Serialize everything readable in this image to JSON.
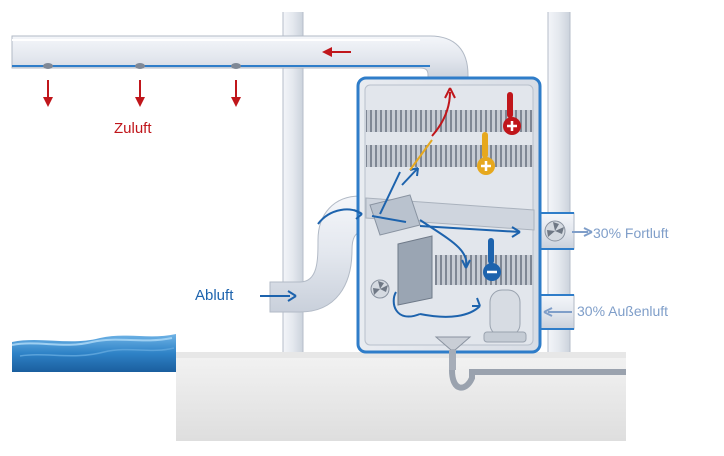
{
  "labels": {
    "supply_air": "Zuluft",
    "exhaust_air": "Abluft",
    "outgoing_air": "30% Fortluft",
    "outside_air": "30% Außenluft"
  },
  "colors": {
    "supply": "#c0161b",
    "exhaust": "#1d63ad",
    "outdoor": "#7f9ec9",
    "heater_red": "#c0161b",
    "heater_yellow": "#e6a81e",
    "cooling_blue": "#1d63ad",
    "water": "#2f83c7"
  },
  "icons": [
    "thermometer-plus-icon",
    "thermometer-minus-icon",
    "fan-icon",
    "funnel-drain-icon"
  ]
}
